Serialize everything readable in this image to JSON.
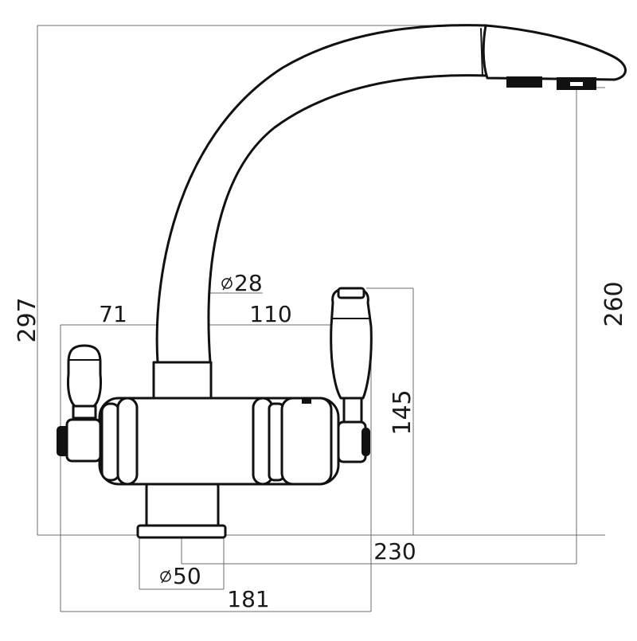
{
  "drawing": {
    "subject": "mixer tap",
    "dimensions": {
      "overall_height": "297",
      "spout_height": "260",
      "lever_height": "145",
      "spout_reach": "230",
      "overall_width": "181",
      "left_offset": "71",
      "right_offset": "110",
      "spout_diameter": "28",
      "base_diameter": "50"
    },
    "colors": {
      "outline": "#111111",
      "dimension_line": "#6e6e6e",
      "background": "#ffffff"
    }
  }
}
